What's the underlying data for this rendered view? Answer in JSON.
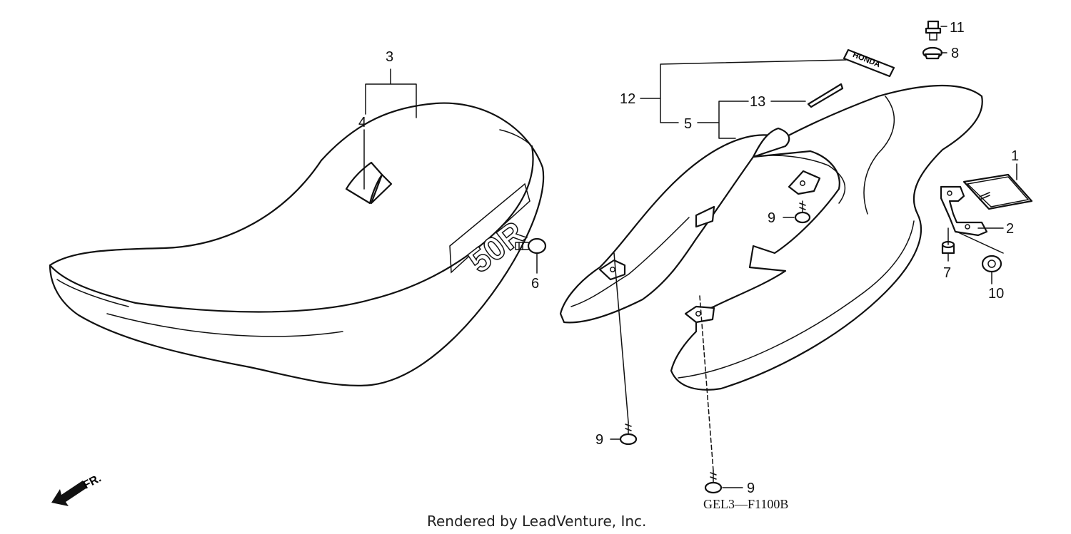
{
  "callouts": {
    "c1": "1",
    "c2": "2",
    "c3": "3",
    "c4": "4",
    "c5": "5",
    "c6": "6",
    "c7": "7",
    "c8": "8",
    "c9a": "9",
    "c9b": "9",
    "c9c": "9",
    "c10": "10",
    "c11": "11",
    "c12": "12",
    "c13": "13"
  },
  "seat_emblem": "50R",
  "decal_text": "HONDA",
  "direction_label": "FR.",
  "diagram_code": "GEL3—F1100B",
  "footer": "Rendered by LeadVenture, Inc.",
  "icons": [
    "seat",
    "rear-cowl",
    "bolt",
    "washer-bolt",
    "screw",
    "nut",
    "bracket",
    "reflector",
    "front-arrow"
  ]
}
